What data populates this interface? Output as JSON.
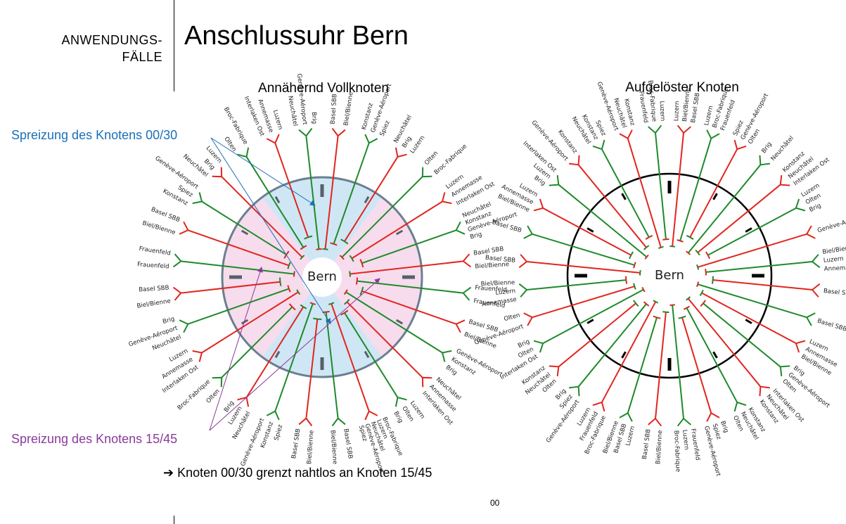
{
  "header": {
    "section_line1": "ANWENDUNGS-",
    "section_line2": "FÄLLE",
    "title": "Anschlussuhr Bern"
  },
  "diagrams": [
    {
      "subtitle": "Annähernd Vollknoten",
      "center_label": "Bern",
      "labels": [
        [
          "Basel SBB",
          "Biel/Bienne"
        ],
        [
          "Konstanz",
          "Genève-Aéroport",
          "Spiez"
        ],
        [
          "Neuchâtel",
          "Brig",
          "Luzern"
        ],
        [
          "Olten",
          "Broc-Fabrique"
        ],
        [
          "Luzern",
          "Annemasse",
          "Interlaken Ost"
        ],
        [
          "Neuchâtel",
          "Konstanz",
          "Genève-Aéroport",
          "Brig"
        ],
        [
          "Basel SBB",
          "Biel/Bienne"
        ],
        [
          "Frauenfeld",
          "Frauenfeld"
        ],
        [
          "Basel SBB",
          "Biel/Bienne"
        ],
        [
          "Genève-Aéroport",
          "Konstanz",
          "Brig"
        ],
        [
          "Neuchâtel",
          "Annemasse",
          "Interlaken Ost"
        ],
        [
          "Luzern",
          "Olten",
          "Brig"
        ],
        [
          "Broc-Fabrique",
          "Luzern",
          "Neuchâtel",
          "Genève-Aéroport",
          "Spiez"
        ],
        [
          "Basel SBB",
          "Biel/Bienne"
        ],
        [
          "Biel/Bienne",
          "Basel SBB"
        ],
        [
          "Spiez",
          "Konstanz",
          "Genève-Aéroport"
        ],
        [
          "Neuchâtel",
          "Luzern",
          "Brig"
        ],
        [
          "Olten",
          "Broc-Fabrique"
        ],
        [
          "Interlaken Ost",
          "Annemasse",
          "Luzern"
        ],
        [
          "Neuchâtel",
          "Genève-Aéroport",
          "Brig"
        ],
        [
          "Biel/Bienne",
          "Basel SBB"
        ],
        [
          "Frauenfeld",
          "Frauenfeld"
        ],
        [
          "Biel/Bienne",
          "Basel SBB"
        ],
        [
          "Konstanz",
          "Spiez",
          "Genève-Aéroport"
        ],
        [
          "Neuchâtel",
          "Brig",
          "Luzern"
        ],
        [
          "Olten",
          "Broc-Fabrique"
        ],
        [
          "Interlaken Ost",
          "Annemasse",
          "Luzern"
        ],
        [
          "Neuchâtel",
          "Genève-Aéroport",
          "Brig"
        ]
      ]
    },
    {
      "subtitle": "Aufgelöster Knoten",
      "center_label": "Bern",
      "labels": [
        [
          "Luzern",
          "Biel/Bienne",
          "Basel SBB"
        ],
        [
          "Luzern",
          "Broc-Fabrique",
          "Frauenfeld"
        ],
        [
          "Spiez",
          "Genève-Aéroport",
          "Olten"
        ],
        [
          "Brig",
          "Neuchâtel"
        ],
        [
          "Konstanz",
          "Neuchâtel",
          "Interlaken Ost"
        ],
        [
          "Luzern",
          "Olten",
          "Brig"
        ],
        [
          "Genève-Aéroport"
        ],
        [
          "Biel/Bienne",
          "Luzern",
          "Annemasse"
        ],
        [
          "Basel SBB"
        ],
        [
          "Basel SBB"
        ],
        [
          "Luzern",
          "Annemasse",
          "Biel/Bienne"
        ],
        [
          "Brig",
          "Genève-Aéroport",
          "Olten"
        ],
        [
          "Interlaken Ost",
          "Neuchâtel",
          "Konstanz"
        ],
        [
          "Konstanz",
          "Neuchâtel",
          "Olten"
        ],
        [
          "Brig",
          "Spiez",
          "Genève-Aéroport"
        ],
        [
          "Frauenfeld",
          "Luzern",
          "Broc-Fabrique"
        ],
        [
          "Biel/Bienne",
          "Basel SBB"
        ],
        [
          "Luzern",
          "Basel SBB",
          "Biel/Bienne"
        ],
        [
          "Broc-Fabrique",
          "Frauenfeld",
          "Luzern"
        ],
        [
          "Genève-Aéroport",
          "Spiez",
          "Brig"
        ],
        [
          "Olten",
          "Neuchâtel",
          "Konstanz"
        ],
        [
          "Interlaken Ost",
          "Olten",
          "Brig"
        ],
        [
          "Genève-Aéroport",
          "Olten"
        ],
        [
          "Annemasse",
          "Luzern",
          "Biel/Bienne"
        ],
        [
          "Basel SBB"
        ],
        [
          "Basel SBB"
        ],
        [
          "Biel/Bienne",
          "Annemasse",
          "Luzern"
        ],
        [
          "Brig",
          "Luzern",
          "Interlaken Ost"
        ],
        [
          "Genève-Aéroport",
          "Konstanz"
        ],
        [
          "Neuchâtel",
          "Konstanz",
          "Spiez"
        ],
        [
          "Genève-Aéroport",
          "Neuchâtel",
          "Konstanz"
        ],
        [
          "Frauenfeld",
          "Broc-Fabrique",
          "Luzern"
        ]
      ]
    }
  ],
  "notes": {
    "blue": "Spreizung des Knotens 00/30",
    "purple": "Spreizung des Knotens 15/45"
  },
  "conclusion": {
    "arrow": "➔",
    "text": "Knoten 00/30 grenzt nahtlos an Knoten 15/45"
  },
  "page_number": "00",
  "colors": {
    "arrival": "#e0261f",
    "departure": "#1e8a2a",
    "blue_annotation": "#1a6fb8",
    "purple_annotation": "#8a3a9c",
    "blue_sector": "#cfe6f5",
    "purple_sector": "#f6dcec"
  }
}
